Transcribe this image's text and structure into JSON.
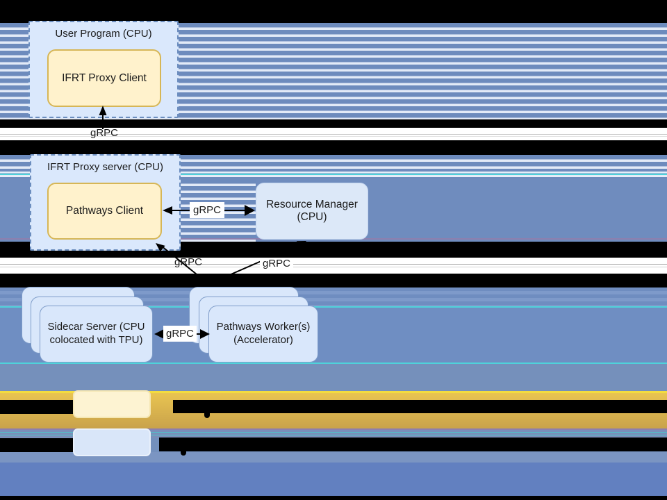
{
  "nodes": {
    "user_program": {
      "title": "User Program (CPU)"
    },
    "ifrt_proxy_client": {
      "label": "IFRT Proxy Client"
    },
    "ifrt_proxy_server": {
      "title": "IFRT Proxy server (CPU)"
    },
    "pathways_client": {
      "label": "Pathways Client"
    },
    "resource_manager": {
      "label": "Resource Manager (CPU)"
    },
    "sidecar_server": {
      "label": "Sidecar Server (CPU colocated with TPU)"
    },
    "pathways_workers": {
      "label": "Pathways Worker(s) (Accelerator)"
    }
  },
  "edges": {
    "user_to_server": {
      "label": "gRPC"
    },
    "client_rm": {
      "label": "gRPC"
    },
    "client_down": {
      "label": "gRPC"
    },
    "rm_down": {
      "label": "gRPC"
    },
    "sidecar_workers": {
      "label": "gRPC"
    }
  },
  "legend": {
    "items": [
      {
        "swatch_color": "#fdf3d2"
      },
      {
        "swatch_color": "#d9e6f9"
      }
    ]
  },
  "colors": {
    "stripe_blue": "#6d8bbd",
    "stripe_light": "#e2eaf7",
    "node_blue_fill": "#dae8fc",
    "node_blue_border": "#6c8ebf",
    "node_yellow_fill": "#fff2cc",
    "node_yellow_border": "#d6b656",
    "solid_blue": "#6f8cbe",
    "gold_band": "#d4ab4e",
    "deep_blue": "#6280c0",
    "cyan_line": "#4fd2da"
  }
}
